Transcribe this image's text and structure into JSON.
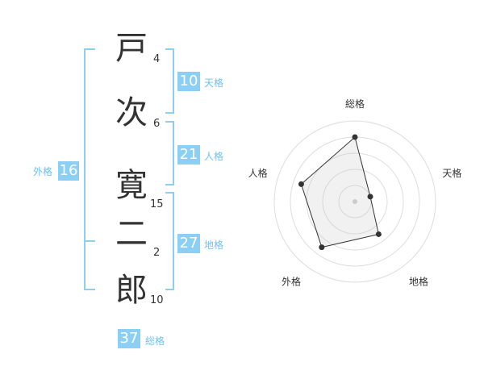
{
  "name": {
    "chars": [
      {
        "char": "戸",
        "strokes": "4"
      },
      {
        "char": "次",
        "strokes": "6"
      },
      {
        "char": "寛",
        "strokes": "15"
      },
      {
        "char": "二",
        "strokes": "2"
      },
      {
        "char": "郎",
        "strokes": "10"
      }
    ]
  },
  "kakusu": {
    "tenkaku": {
      "value": "10",
      "label": "天格"
    },
    "jinkaku": {
      "value": "21",
      "label": "人格"
    },
    "chikaku": {
      "value": "27",
      "label": "地格"
    },
    "gaikaku": {
      "value": "16",
      "label": "外格"
    },
    "soukaku": {
      "value": "37",
      "label": "総格"
    }
  },
  "colors": {
    "accent": "#8ccff5",
    "label": "#6ec2ee"
  },
  "chart_data": {
    "type": "radar",
    "axes": [
      "総格",
      "天格",
      "地格",
      "外格",
      "人格"
    ],
    "values": [
      4,
      1,
      2.5,
      3.5,
      3.5
    ],
    "max": 5,
    "rings": 5
  }
}
